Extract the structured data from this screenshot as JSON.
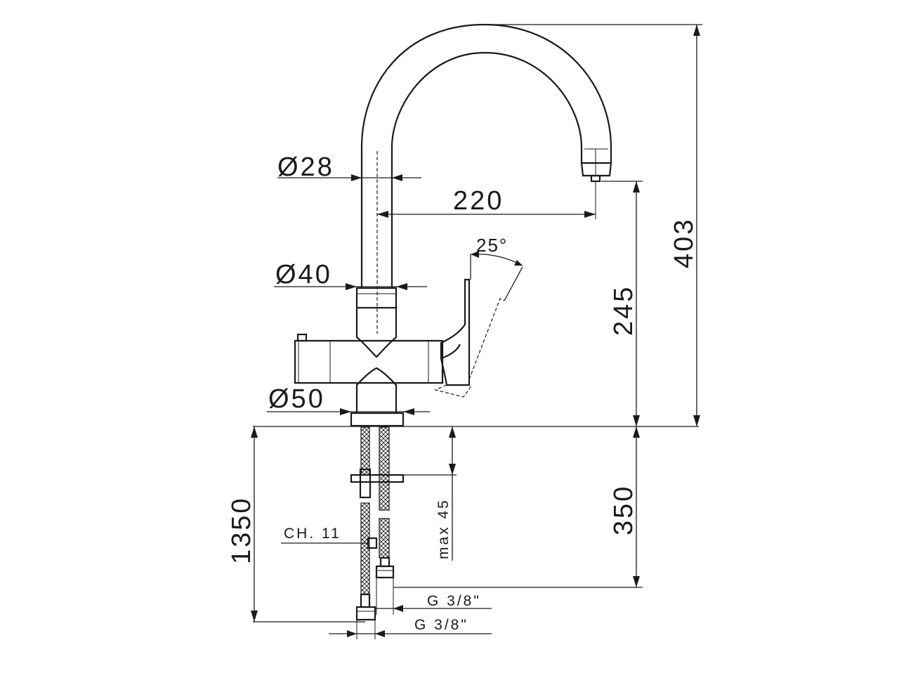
{
  "drawing": {
    "dimensions": {
      "spout_diameter": "Ø28",
      "body_diameter": "Ø40",
      "base_diameter": "Ø50",
      "spout_reach": "220",
      "spout_outlet_height": "245",
      "total_height": "403",
      "hose_length_short": "350",
      "hose_length_long": "1350",
      "lever_angle": "25°",
      "max_thickness": "max 45",
      "wrench_size": "CH. 11",
      "thread_upper": "G 3/8\"",
      "thread_lower": "G 3/8\""
    }
  }
}
